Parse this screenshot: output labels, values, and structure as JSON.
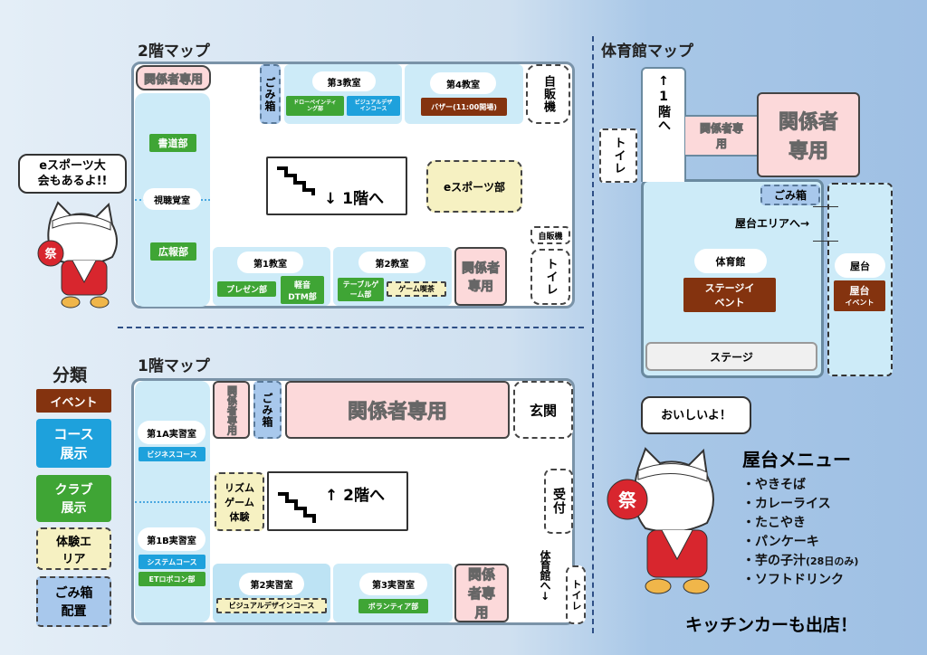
{
  "titles": {
    "floor2": "2階マップ",
    "floor1": "1階マップ",
    "gym": "体育館マップ",
    "legend": "分類"
  },
  "floor2": {
    "staff_top": "関係者専用",
    "shodo": "書道部",
    "av_room": "視聴覚室",
    "koho": "広報部",
    "trash": "ごみ箱",
    "room3": "第3教室",
    "drone": "ドローペインティング部",
    "visual": "ビジュアルデザインコース",
    "room4": "第4教室",
    "bazaar": "バザー(11:00開場)",
    "vending": "自販機",
    "stairs": "↓ 1階へ",
    "esports": "eスポーツ部",
    "room1": "第1教室",
    "presen": "プレゼン部",
    "keion": "軽音DTM部",
    "room2": "第2教室",
    "tablegame": "テーブルゲーム部",
    "gamecafe": "ゲーム喫茶",
    "staff_bottom": "関係者専用",
    "vending2": "自販機",
    "toilet": "トイレ"
  },
  "floor1": {
    "lab1a": "第1A実習室",
    "business": "ビジネスコース",
    "lab1b": "第1B実習室",
    "system": "システムコース",
    "robocon": "ETロボコン部",
    "staff_small": "関係者専用",
    "trash": "ごみ箱",
    "staff_big": "関係者専用",
    "entrance": "玄関",
    "rhythm": "リズムゲーム体験",
    "stairs": "↑ 2階へ",
    "reception": "受付",
    "lab2": "第2実習室",
    "visual": "ビジュアルデザインコース",
    "lab3": "第3実習室",
    "volunteer": "ボランティア部",
    "staff_bottom": "関係者専用",
    "to_gym": "体育館へ↓",
    "toilet": "トイレ"
  },
  "gym": {
    "to_floor1": "↑1階へ",
    "toilet": "トイレ",
    "staff_small": "関係者専用",
    "staff_big": "関係者専用",
    "trash": "ごみ箱",
    "to_stalls": "屋台エリアへ→",
    "gym_label": "体育館",
    "stage_event": "ステージイベント",
    "stage": "ステージ",
    "stall_label": "屋台",
    "stall_event_title": "屋台",
    "stall_event_sub": "イベント"
  },
  "legend": {
    "event": "イベント",
    "course": "コース展示",
    "club": "クラブ展示",
    "experience": "体験エリア",
    "trash": "ごみ箱配置"
  },
  "bubbles": {
    "esports": "eスポーツ大会もあるよ!!",
    "tasty": "おいしいよ！"
  },
  "mascot_fan": "祭",
  "menu": {
    "title": "屋台メニュー",
    "items": [
      "・やきそば",
      "・カレーライス",
      "・たこやき",
      "・パンケーキ",
      "・芋の子汁",
      "・ソフトドリンク"
    ],
    "imo_note": "(28日のみ)",
    "kitchen_car": "キッチンカーも出店！"
  },
  "colors": {
    "event": "#84330f",
    "course": "#1ea1dc",
    "club": "#3fa535",
    "experience": "#f6f1c2",
    "trash": "#a8c8ec",
    "staff": "#fcd9da"
  }
}
